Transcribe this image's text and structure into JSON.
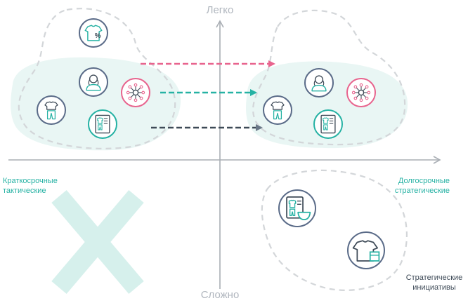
{
  "axis": {
    "top_label": "Легко",
    "bottom_label": "Сложно"
  },
  "labels": {
    "short_term": "Краткосрочные\nтактические",
    "long_term": "Долгосрочные\nстратегические",
    "strategic": "Стратегические\nинициативы"
  },
  "icons": {
    "top_left_group": [
      "tshirt-percent-icon",
      "person-icon",
      "network-icon",
      "clothes-icon",
      "catalog-icon"
    ],
    "top_right_group": [
      "person-icon",
      "network-icon",
      "clothes-icon",
      "catalog-icon"
    ],
    "bottom_right_group": [
      "catalog-bowl-icon",
      "tshirt-box-icon"
    ]
  },
  "arrows": [
    {
      "name": "pink-arrow",
      "color": "#e8648e"
    },
    {
      "name": "teal-arrow",
      "color": "#26b2a4"
    },
    {
      "name": "dark-arrow",
      "color": "#3e4a57"
    }
  ],
  "colors": {
    "blob_fill": "#e9f6f4",
    "dash_gray": "#d3d6d9",
    "axis_gray": "#a9aeb4",
    "pink": "#e8648e",
    "teal": "#26b2a4",
    "navy": "#5a6b88",
    "cross": "#d6f0ec"
  }
}
